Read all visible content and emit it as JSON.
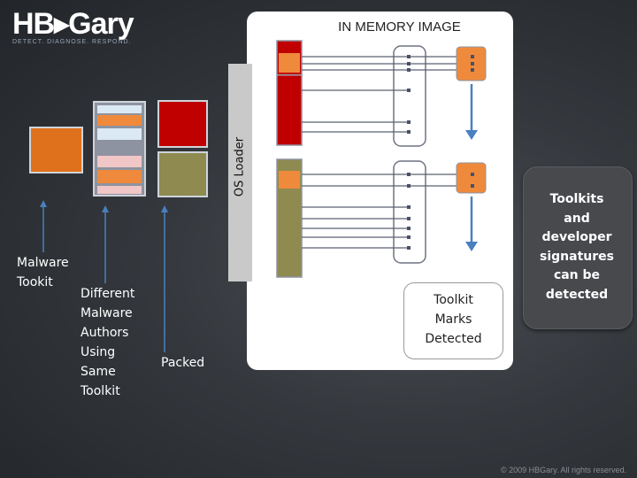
{
  "logo": {
    "text": "HB▸Gary",
    "tagline": "DETECT. DIAGNOSE. RESPOND."
  },
  "memory_image": {
    "title": "IN MEMORY IMAGE"
  },
  "os_loader": {
    "label": "OS Loader"
  },
  "labels": {
    "malware_toolkit": "Malware Tookit",
    "different_authors": [
      "Different",
      "Malware",
      "Authors",
      "Using",
      "Same",
      "Toolkit"
    ],
    "packed": "Packed"
  },
  "toolkit_marks": [
    "Toolkit",
    "Marks",
    "Detected"
  ],
  "callout": [
    "Toolkits",
    "and",
    "developer",
    "signatures",
    "can be",
    "detected"
  ],
  "footer": "© 2009 HBGary.  All rights reserved.",
  "colors": {
    "orange": "#ef8a3c",
    "dark_orange": "#e0711c",
    "red": "#c00000",
    "olive": "#8e8a50",
    "light_blue": "#dbe9f4",
    "pink": "#f1c6c6",
    "arrow_blue": "#4a7fc0",
    "line_gray": "#6e7380"
  }
}
